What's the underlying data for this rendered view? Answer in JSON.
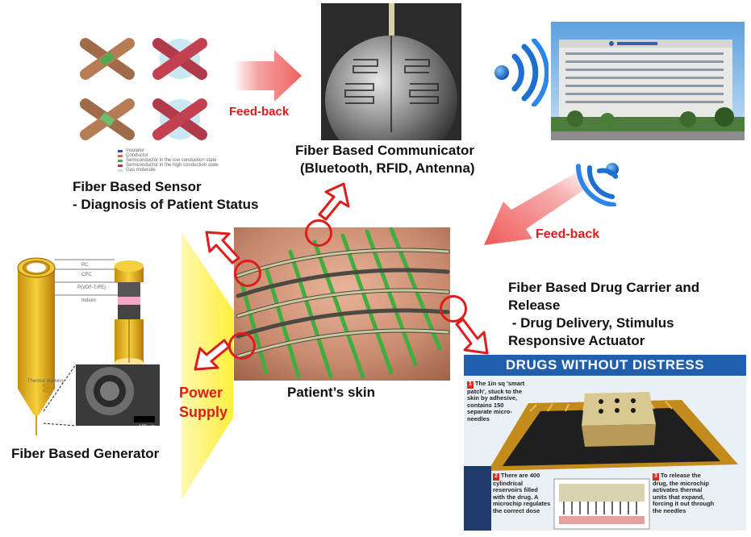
{
  "sensor": {
    "title": "Fiber Based Sensor",
    "subtitle": "- Diagnosis of Patient Status",
    "legend": [
      "Insulator",
      "Conductor",
      "Semiconductor in the low conduction state",
      "Semiconductor in the high conduction state",
      "Gas molecule"
    ]
  },
  "feedback_top": "Feed-back",
  "feedback_right": "Feed-back",
  "communicator": {
    "title": "Fiber Based Communicator",
    "subtitle": "(Bluetooth, RFID, Antenna)"
  },
  "skin_label": "Patient’s skin",
  "power_supply": {
    "line1": "Power",
    "line2": "Supply"
  },
  "generator": {
    "title": "Fiber Based Generator",
    "layers": [
      "PC",
      "CPC",
      "P(VDF-TrFE)",
      "Indium"
    ],
    "drawing_label": "Thermal drawing",
    "scale": "100 μm"
  },
  "drug": {
    "line1": "Fiber Based Drug Carrier and",
    "line2": "Release",
    "line3": " - Drug Delivery, Stimulus",
    "line4": "Responsive Actuator",
    "panel_title": "DRUGS WITHOUT DISTRESS",
    "callout1_num": "1",
    "callout1": "The 1in sq 'smart patch', stuck to the skin by adhesive, contains 150 separate micro-needles",
    "callout2_num": "2",
    "callout2": "There are 400 cylindrical reservoirs filled with the drug. A microchip regulates the correct dose",
    "callout3_num": "3",
    "callout3": "To release the drug, the microchip activates thermal units that expand, forcing it out through the needles"
  },
  "colors": {
    "accent_red": "#e01b1b",
    "feedback_arrow": "#f47c7c",
    "fiber_green": "#3fae3f",
    "power_yellow": "#fff48a",
    "wifi_blue": "#1f6fd1"
  }
}
